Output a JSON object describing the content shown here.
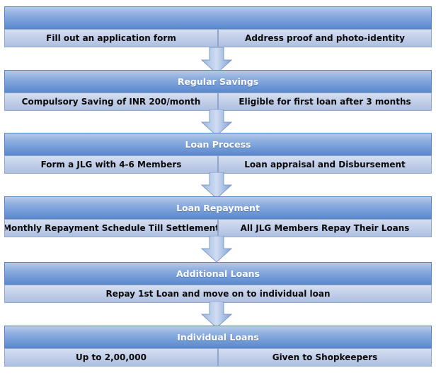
{
  "stages": [
    {
      "title": "",
      "items": [
        "Fill out an application form",
        "Address proof and photo-identity"
      ]
    },
    {
      "title": "Regular Savings",
      "items": [
        "Compulsory Saving of INR 200/month",
        "Eligible for first loan after 3 months"
      ]
    },
    {
      "title": "Loan Process",
      "items": [
        "Form a JLG with 4-6 Members",
        "Loan appraisal and Disbursement"
      ]
    },
    {
      "title": "Loan Repayment",
      "items": [
        "Monthly Repayment Schedule Till Settlement",
        "All JLG Members Repay Their Loans"
      ]
    },
    {
      "title": "Additional Loans",
      "items": [
        "Repay 1st Loan and move on to individual loan"
      ]
    },
    {
      "title": "Individual Loans",
      "items": [
        "Up to 2,00,000",
        "Given to Shopkeepers"
      ]
    }
  ],
  "colors": {
    "header": "#5b89cf",
    "cell": "#c3d0ea",
    "arrow": "#7fa2d6"
  }
}
